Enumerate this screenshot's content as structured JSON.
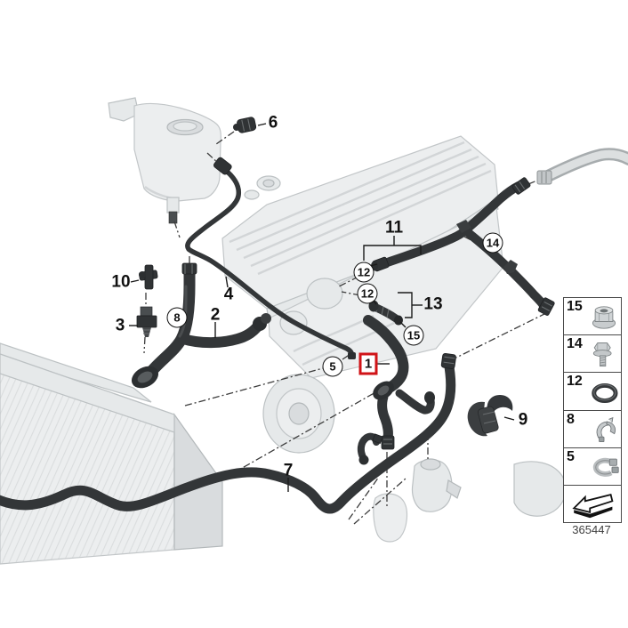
{
  "callouts": {
    "c1": "1",
    "c2": "2",
    "c3": "3",
    "c4": "4",
    "c5": "5",
    "c6": "6",
    "c7": "7",
    "c8": "8",
    "c9": "9",
    "c10": "10",
    "c11": "11",
    "c12a": "12",
    "c12b": "12",
    "c13": "13",
    "c14": "14",
    "c15": "15"
  },
  "legend": {
    "items": [
      {
        "number": "15",
        "icon": "flange-nut-icon"
      },
      {
        "number": "14",
        "icon": "flange-bolt-icon"
      },
      {
        "number": "12",
        "icon": "o-ring-icon"
      },
      {
        "number": "8",
        "icon": "retaining-clip-icon"
      },
      {
        "number": "5",
        "icon": "hose-clamp-icon"
      }
    ],
    "footer_icon": "direction-arrow-icon"
  },
  "diagram_number": "365447",
  "colors": {
    "highlight_red": "#d01317",
    "hose_dark": "#333638",
    "ghost_gray": "#eceeef"
  }
}
